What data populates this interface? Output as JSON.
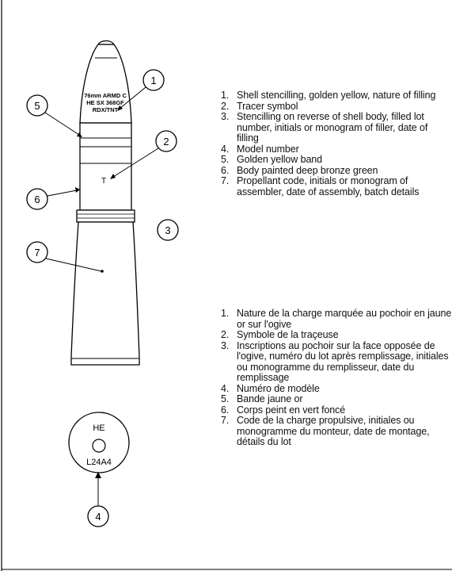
{
  "shell_stencil": {
    "line1": "76mm ARMD C",
    "line2": "HE SX 368GF",
    "line3": "RDX/TNT"
  },
  "tracer_symbol": "T",
  "base_marking": {
    "top": "HE",
    "bottom": "L24A4"
  },
  "callouts": [
    "1",
    "2",
    "3",
    "4",
    "5",
    "6",
    "7"
  ],
  "legend_en": [
    {
      "num": "1.",
      "text": "Shell stencilling, golden yellow, nature of filling"
    },
    {
      "num": "2.",
      "text": "Tracer symbol"
    },
    {
      "num": "3.",
      "text": "Stencilling on reverse of shell body, filled lot number, initials or monogram of filler, date of filling"
    },
    {
      "num": "4.",
      "text": "Model number"
    },
    {
      "num": "5.",
      "text": "Golden yellow band"
    },
    {
      "num": "6.",
      "text": "Body painted deep bronze green"
    },
    {
      "num": "7.",
      "text": "Propellant code, initials or monogram of assembler, date of assembly, batch details"
    }
  ],
  "legend_fr": [
    {
      "num": "1.",
      "text": "Nature de la charge marquée au pochoir en jaune or sur l'ogive"
    },
    {
      "num": "2.",
      "text": "Symbole de la traçeuse"
    },
    {
      "num": "3.",
      "text": "Inscriptions au pochoir sur la face opposée de l'ogive, numéro du lot après remplissage, initiales ou monogramme du remplisseur, date du remplissage"
    },
    {
      "num": "4.",
      "text": "Numéro de modèle"
    },
    {
      "num": "5.",
      "text": "Bande jaune or"
    },
    {
      "num": "6.",
      "text": "Corps peint en vert foncé"
    },
    {
      "num": "7.",
      "text": "Code de la charge propulsive, initiales ou monogramme du monteur, date de montage, détails du lot"
    }
  ]
}
